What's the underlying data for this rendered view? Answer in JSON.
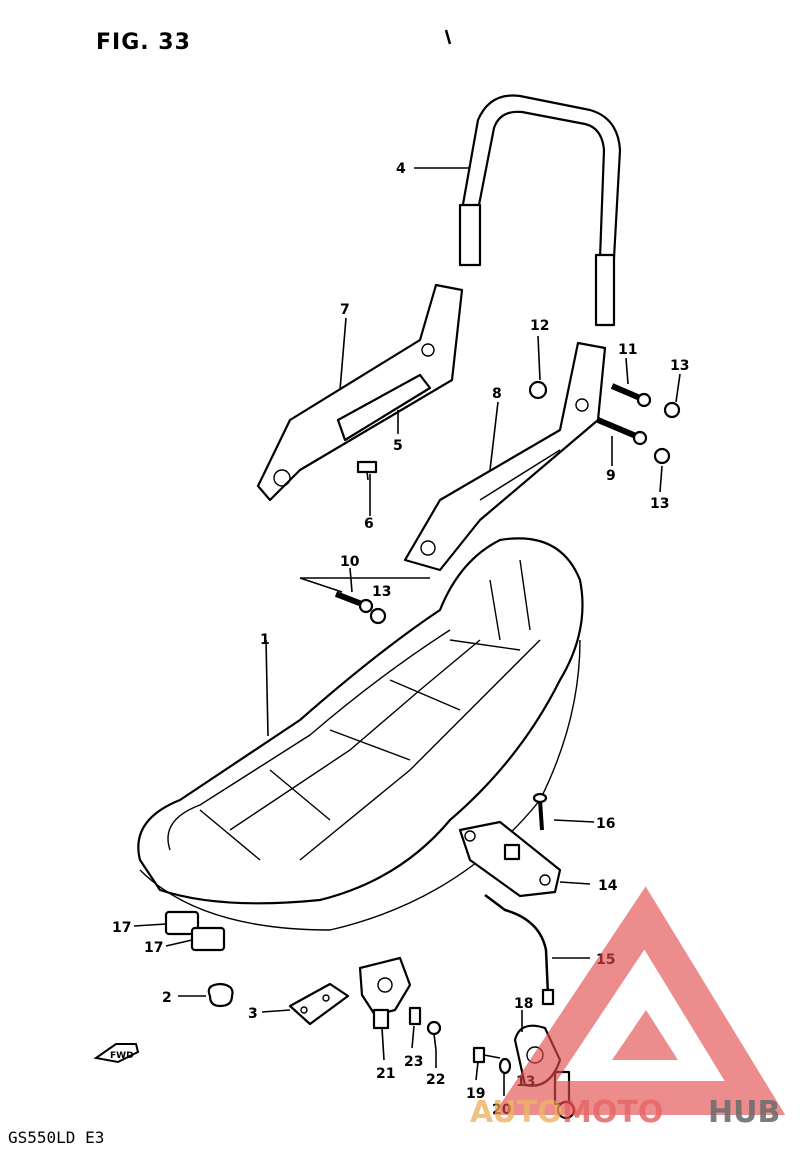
{
  "figure": {
    "title": "FIG. 33",
    "model_code": "GS550LD E3",
    "fwd_label": "FWD"
  },
  "callouts": [
    "1",
    "2",
    "3",
    "4",
    "5",
    "6",
    "7",
    "8",
    "9",
    "10",
    "11",
    "12",
    "13",
    "13",
    "13",
    "13",
    "14",
    "15",
    "16",
    "17",
    "17",
    "18",
    "19",
    "20",
    "21",
    "22",
    "23"
  ],
  "watermark": {
    "text_auto": "AUTO",
    "text_moto": "MOTO",
    "text_hub": "HUB",
    "color_red": "#e24b4b",
    "color_gray": "#555555"
  }
}
